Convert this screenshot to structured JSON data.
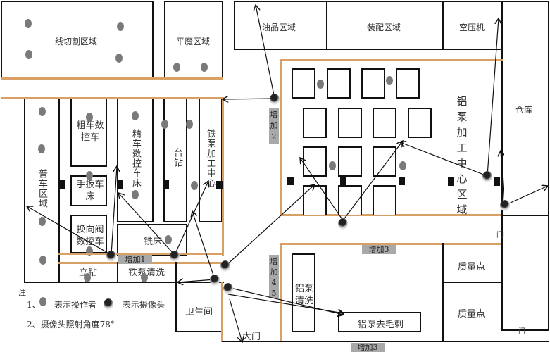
{
  "zones": {
    "wire_cut": "线切割区域",
    "flat_grind": "平魔区域",
    "oil": "油品区域",
    "assembly": "装配区域",
    "compressor": "空压机",
    "warehouse": "仓库",
    "rough_cnc": "粗车数控车",
    "fine_cnc": "精车数控车床",
    "bench_drill": "台钻",
    "iron_pump_center": "铁泵加工中心",
    "general_lathe": "普车区域",
    "manual_lathe": "手扳车床",
    "valve_cnc": "换向阀数控车",
    "milling": "铣床",
    "vertical_drill": "立钻",
    "iron_pump_wash": "铁泵清洗",
    "restroom": "卫生间",
    "main_gate": "大门",
    "al_pump_center": "铝泵加工中心区域",
    "al_pump_wash": "铝泵清洗",
    "al_pump_deburr": "铝泵去毛刺",
    "quality_1": "质量点",
    "quality_2": "质量点",
    "door_1": "门",
    "door_2": "门"
  },
  "tags": {
    "add1": "增加1",
    "add2": "增加2",
    "add3_top": "增加3",
    "add3_bottom": "增加3",
    "add45": "增加45"
  },
  "legend": {
    "note": "注",
    "item1_prefix": "1、",
    "operator_text": "表示操作者",
    "camera_text": "表示摄像头",
    "item2": "2、摄像头照射角度78°"
  },
  "colors": {
    "wall": "#111111",
    "aisle": "#d9a066",
    "tag_bg": "#a9a9a9",
    "operator": "#7a7a7a"
  }
}
